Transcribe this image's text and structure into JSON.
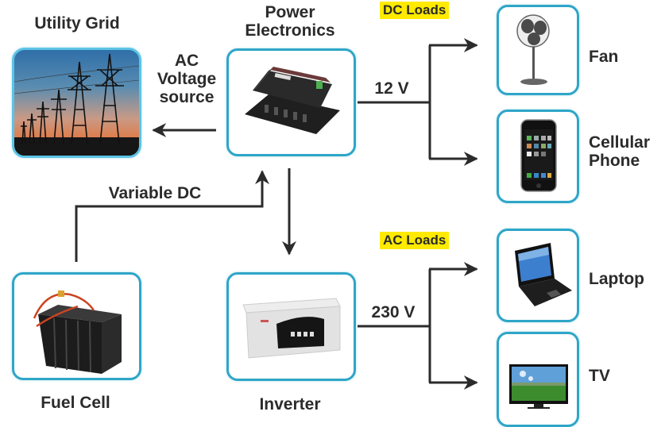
{
  "title": "Fuel cell power system with DC and AC loads",
  "colors": {
    "box_border": "#2ea6c8",
    "badge_bg": "#ffea00",
    "line": "#2b2b2b",
    "text": "#2b2b2b"
  },
  "nodes": {
    "utility_grid": {
      "label": "Utility Grid",
      "icon": "power-transmission-tower-icon"
    },
    "power_electronics": {
      "label_line1": "Power",
      "label_line2": "Electronics",
      "icon": "charge-controller-icon"
    },
    "fuel_cell": {
      "label": "Fuel Cell",
      "icon": "fuel-cell-stack-icon"
    },
    "inverter": {
      "label": "Inverter",
      "icon": "inverter-unit-icon"
    }
  },
  "connections": {
    "ac_voltage_source": {
      "line1": "AC",
      "line2": "Voltage",
      "line3": "source"
    },
    "variable_dc": "Variable DC",
    "dc_bus_voltage": "12 V",
    "ac_bus_voltage": "230 V"
  },
  "groups": {
    "dc_loads": {
      "badge": "DC Loads",
      "items": [
        {
          "label": "Fan",
          "icon": "fan-icon"
        },
        {
          "label_line1": "Cellular",
          "label_line2": "Phone",
          "icon": "mobile-phone-icon"
        }
      ]
    },
    "ac_loads": {
      "badge": "AC Loads",
      "items": [
        {
          "label": "Laptop",
          "icon": "laptop-icon"
        },
        {
          "label": "TV",
          "icon": "tv-icon"
        }
      ]
    }
  }
}
